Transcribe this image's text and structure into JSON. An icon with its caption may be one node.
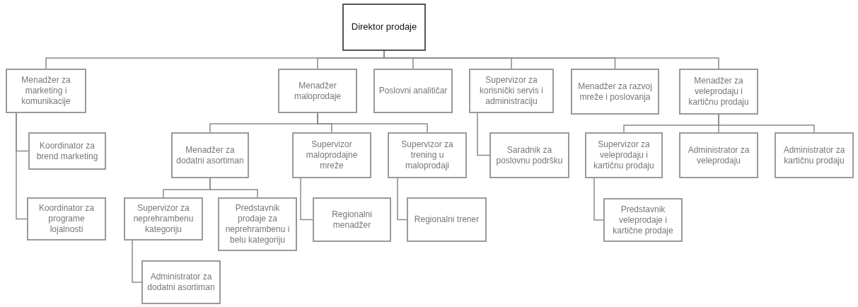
{
  "diagram": {
    "nodes": [
      {
        "text": [
          "Direktor prodaje"
        ]
      },
      {
        "text": [
          "Menadžer za marketing i komunikacije"
        ]
      },
      {
        "text": [
          "Menadžer maloprodaje"
        ]
      },
      {
        "text": [
          "Poslovni analitičar"
        ]
      },
      {
        "text": [
          "Supervizor za korisnički servis i administraciju"
        ]
      },
      {
        "text": [
          "Menadžer za razvoj mreže i poslovanja"
        ]
      },
      {
        "text": [
          "Menadžer za veleprodaju i kartičnu prodaju"
        ]
      },
      {
        "text": [
          "Koordinator za brend marketing"
        ]
      },
      {
        "text": [
          "Koordinator za programe lojalnosti"
        ]
      },
      {
        "text": [
          "Menadžer za dodatni asortiman"
        ]
      },
      {
        "text": [
          "Supervizor maloprodajne mreže"
        ]
      },
      {
        "text": [
          "Supervizor za trening u maloprodaji"
        ]
      },
      {
        "text": [
          "Saradnik za poslovnu podršku"
        ]
      },
      {
        "text": [
          "Supervizor za veleprodaju i kartičnu prodaju"
        ]
      },
      {
        "text": [
          "Administrator za veleprodaju"
        ]
      },
      {
        "text": [
          "Administrator za kartičnu prodaju"
        ]
      },
      {
        "text": [
          "Supervizor za neprehrambenu kategoriju"
        ]
      },
      {
        "text": [
          "Predstavnik prodaje za neprehrambenu i belu kategoriju"
        ]
      },
      {
        "text": [
          "Regionalni menadžer"
        ]
      },
      {
        "text": [
          "Regionalni trener"
        ]
      },
      {
        "text": [
          "Predstavnik veleprodaje i kartične prodaje"
        ]
      },
      {
        "text": [
          "Administrator za dodatni asortiman"
        ]
      }
    ],
    "edges": [
      {
        "from": 0,
        "to": 1,
        "arrow": "none"
      },
      {
        "from": 0,
        "to": 2,
        "arrow": "none"
      },
      {
        "from": 0,
        "to": 3,
        "arrow": "none"
      },
      {
        "from": 0,
        "to": 4,
        "arrow": "none"
      },
      {
        "from": 0,
        "to": 5,
        "arrow": "none"
      },
      {
        "from": 0,
        "to": 6,
        "arrow": "none"
      },
      {
        "from": 1,
        "to": 7,
        "arrow": "none"
      },
      {
        "from": 1,
        "to": 8,
        "arrow": "none"
      },
      {
        "from": 2,
        "to": 9,
        "arrow": "none"
      },
      {
        "from": 2,
        "to": 10,
        "arrow": "none"
      },
      {
        "from": 2,
        "to": 11,
        "arrow": "none"
      },
      {
        "from": 4,
        "to": 12,
        "arrow": "none"
      },
      {
        "from": 6,
        "to": 13,
        "arrow": "none"
      },
      {
        "from": 6,
        "to": 14,
        "arrow": "none"
      },
      {
        "from": 6,
        "to": 15,
        "arrow": "none"
      },
      {
        "from": 9,
        "to": 16,
        "arrow": "none"
      },
      {
        "from": 9,
        "to": 17,
        "arrow": "none"
      },
      {
        "from": 10,
        "to": 18,
        "arrow": "none"
      },
      {
        "from": 11,
        "to": 19,
        "arrow": "none"
      },
      {
        "from": 13,
        "to": 20,
        "arrow": "none"
      },
      {
        "from": 16,
        "to": 21,
        "arrow": "none"
      }
    ]
  }
}
